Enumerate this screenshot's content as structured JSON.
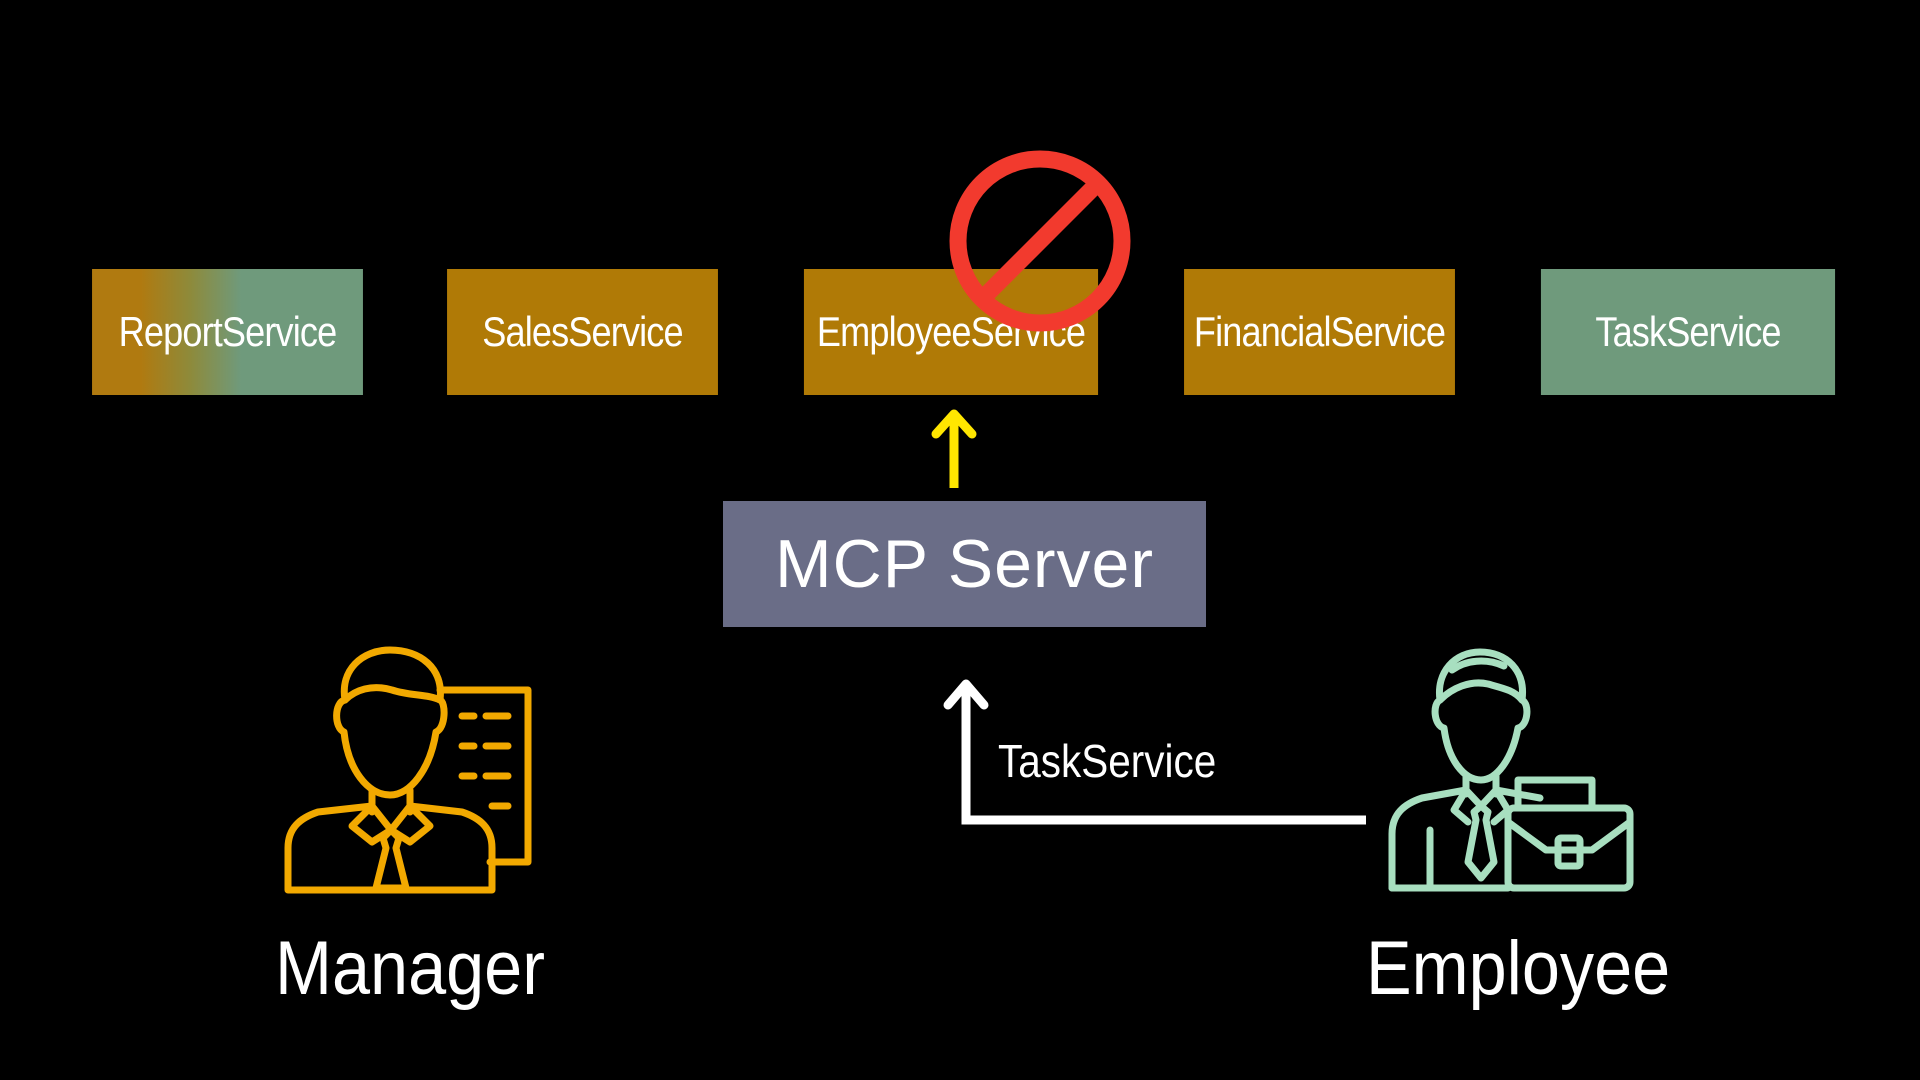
{
  "services": [
    {
      "id": "report",
      "label": "ReportService"
    },
    {
      "id": "sales",
      "label": "SalesService"
    },
    {
      "id": "employee",
      "label": "EmployeeService"
    },
    {
      "id": "financial",
      "label": "FinancialService"
    },
    {
      "id": "task",
      "label": "TaskService"
    }
  ],
  "server": {
    "label": "MCP Server"
  },
  "route": {
    "label": "TaskService"
  },
  "roles": {
    "manager": {
      "label": "Manager",
      "icon": "manager-icon",
      "color": "#f2a900"
    },
    "employee": {
      "label": "Employee",
      "icon": "employee-briefcase-icon",
      "color": "#a8dfc0"
    }
  },
  "colors": {
    "background": "#000000",
    "service_orange": "#b07a06",
    "service_green": "#6f9a7c",
    "server": "#6a6d87",
    "blocked_sign": "#f23a2e",
    "arrow_yellow": "#ffe600",
    "arrow_white": "#ffffff"
  },
  "blocked_target": "EmployeeService"
}
